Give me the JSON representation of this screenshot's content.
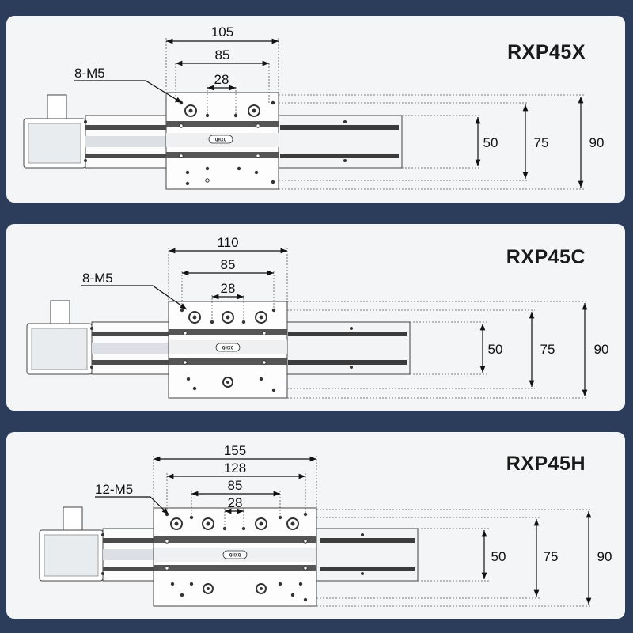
{
  "panels": [
    {
      "model": "RXP45X",
      "hole_spec": "8-M5",
      "widths": [
        "105",
        "85",
        "28"
      ],
      "heights": [
        "50",
        "75",
        "90"
      ],
      "logo": "QHXQ"
    },
    {
      "model": "RXP45C",
      "hole_spec": "8-M5",
      "widths": [
        "110",
        "85",
        "28"
      ],
      "heights": [
        "50",
        "75",
        "90"
      ],
      "logo": "QHXQ"
    },
    {
      "model": "RXP45H",
      "hole_spec": "12-M5",
      "widths": [
        "155",
        "128",
        "85",
        "28"
      ],
      "heights": [
        "50",
        "75",
        "90"
      ],
      "logo": "QHXQ"
    }
  ]
}
